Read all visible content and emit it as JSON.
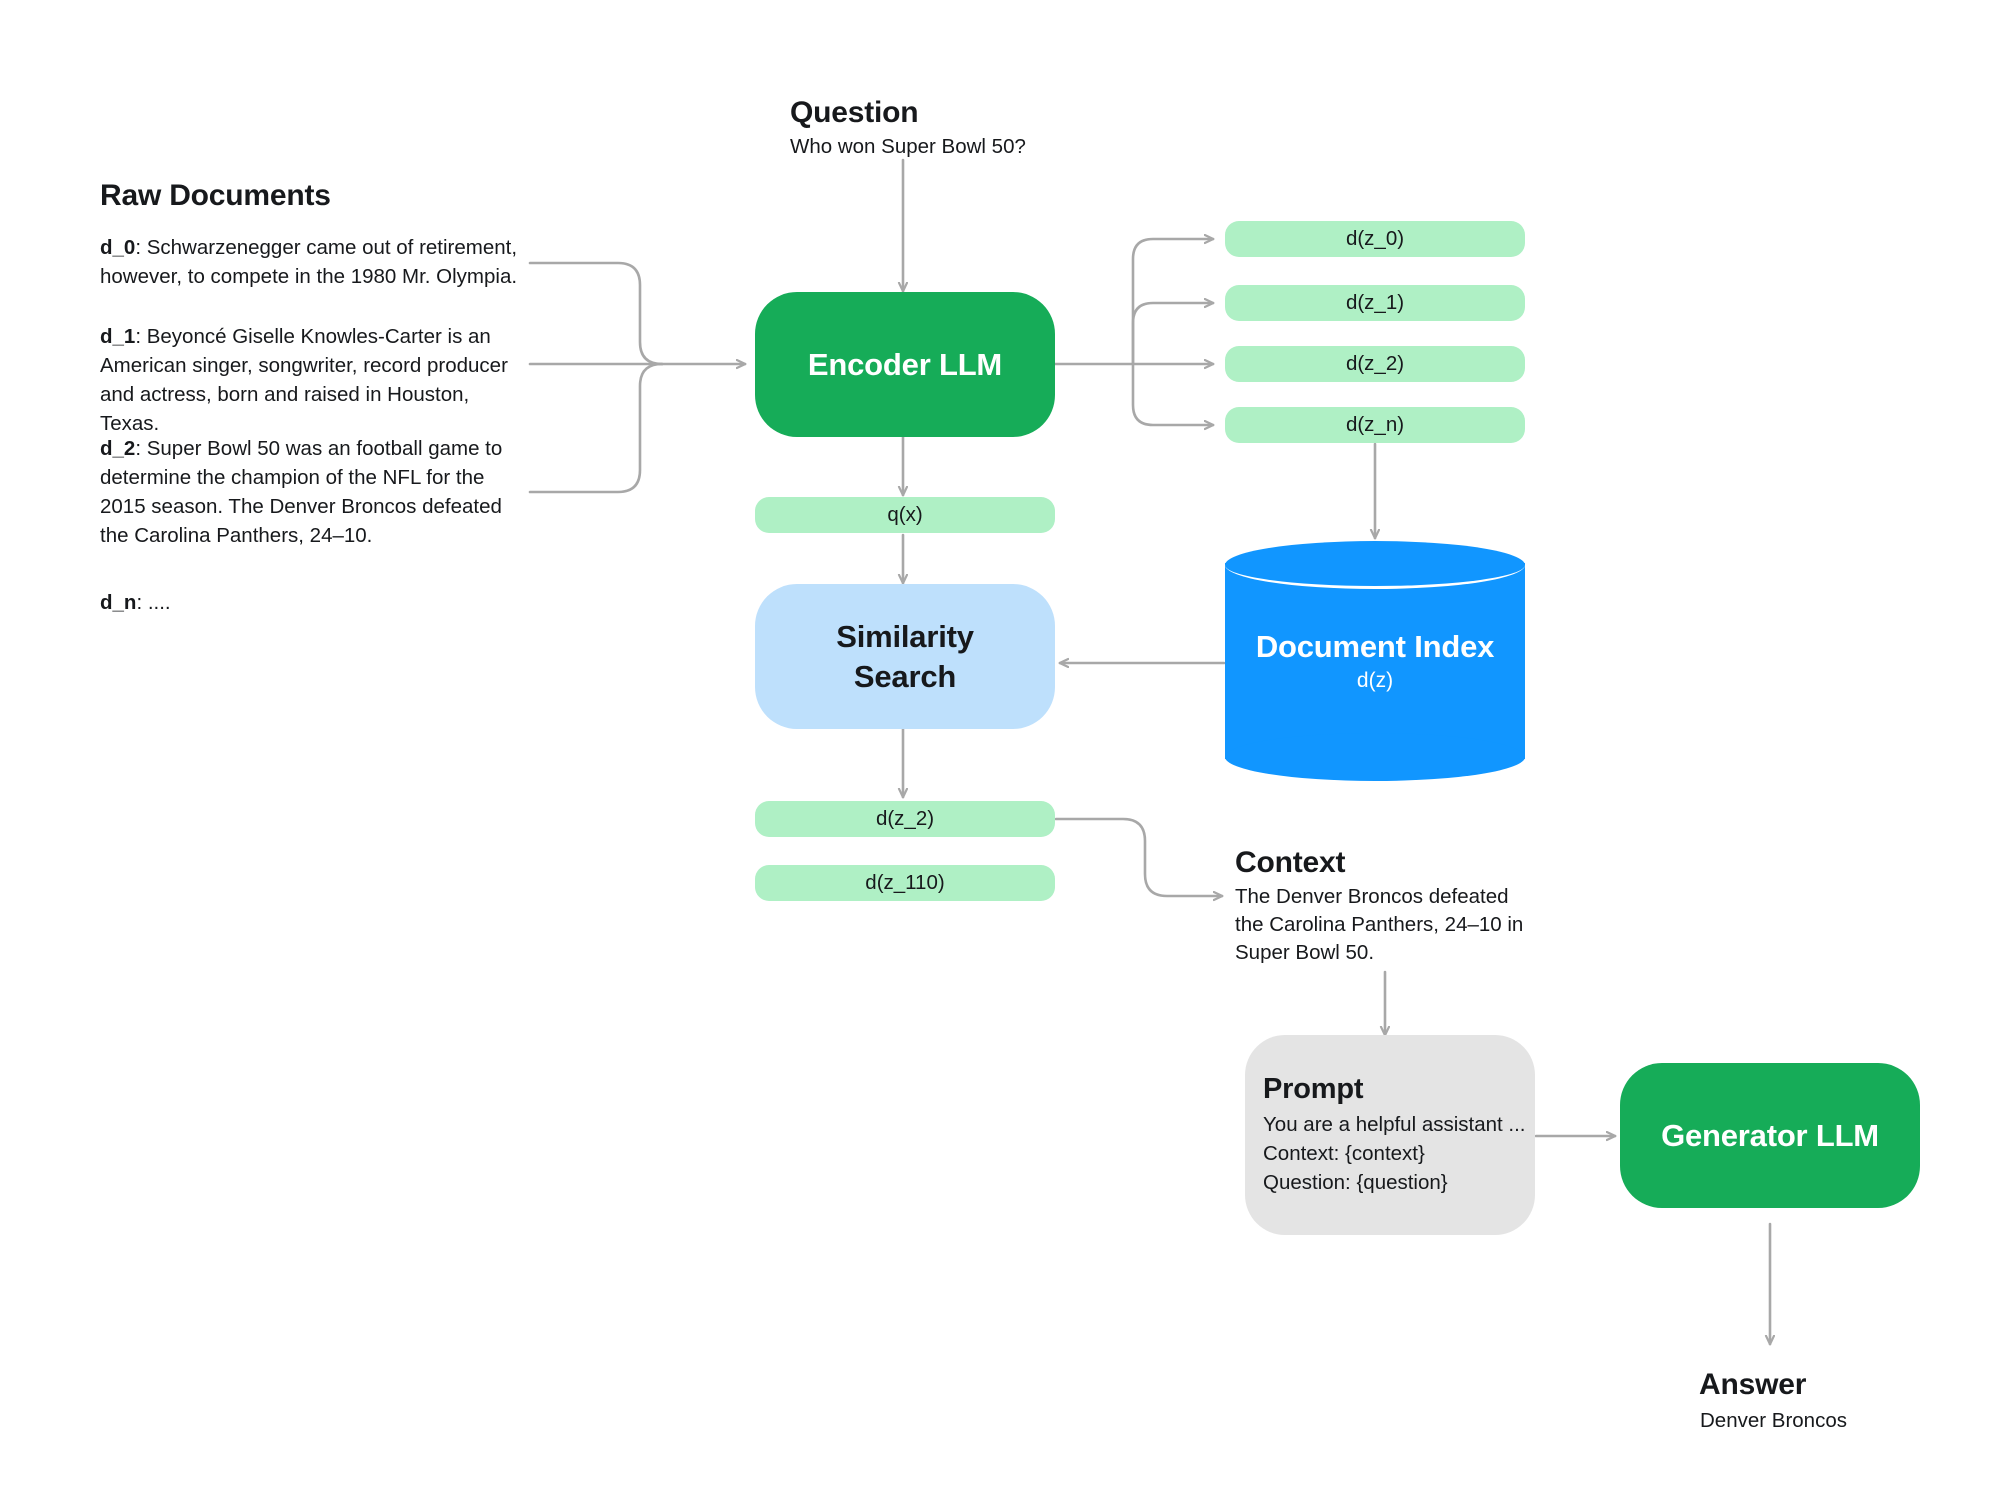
{
  "diagram": {
    "title": "Retrieval Augmented Generation pipeline",
    "colors": {
      "green": "#16AC58",
      "light_green": "#AFF0C5",
      "blue": "#1196FF",
      "light_blue": "#BEE0FC",
      "gray": "#E4E4E4",
      "wire": "#A8A8A8",
      "text": "#17191c",
      "background": "#FFFFFF"
    }
  },
  "raw_documents": {
    "heading": "Raw Documents",
    "items": [
      {
        "id": "d_0",
        "label": "d_0",
        "text": ": Schwarzenegger came out of retirement, however, to compete in the 1980 Mr. Olympia."
      },
      {
        "id": "d_1",
        "label": "d_1",
        "text": ": Beyoncé Giselle Knowles-Carter is an American singer, songwriter, record producer and actress, born and raised in Houston, Texas."
      },
      {
        "id": "d_2",
        "label": "d_2",
        "text": ": Super Bowl 50 was an football game to determine the champion of the NFL for the 2015 season. The Denver Broncos defeated the Carolina Panthers, 24–10."
      },
      {
        "id": "d_n",
        "label": "d_n",
        "text": ": ...."
      }
    ]
  },
  "question": {
    "heading": "Question",
    "text": "Who won Super Bowl 50?"
  },
  "encoder": {
    "label": "Encoder LLM"
  },
  "doc_embeddings": [
    {
      "label": "d(z_0)"
    },
    {
      "label": "d(z_1)"
    },
    {
      "label": "d(z_2)"
    },
    {
      "label": "d(z_n)"
    }
  ],
  "query_embedding": {
    "label": "q(x)"
  },
  "similarity_search": {
    "line1": "Similarity",
    "line2": "Search"
  },
  "document_index": {
    "title": "Document Index",
    "subtitle": "d(z)"
  },
  "retrieved": [
    {
      "label": "d(z_2)"
    },
    {
      "label": "d(z_110)"
    }
  ],
  "context": {
    "heading": "Context",
    "lines": [
      "The Denver Broncos defeated",
      "the Carolina Panthers, 24–10 in",
      "Super Bowl 50."
    ]
  },
  "prompt": {
    "heading": "Prompt",
    "lines": [
      "You are a helpful assistant ...",
      "Context: {context}",
      "Question: {question}"
    ]
  },
  "generator": {
    "label": "Generator LLM"
  },
  "answer": {
    "heading": "Answer",
    "text": "Denver Broncos"
  }
}
